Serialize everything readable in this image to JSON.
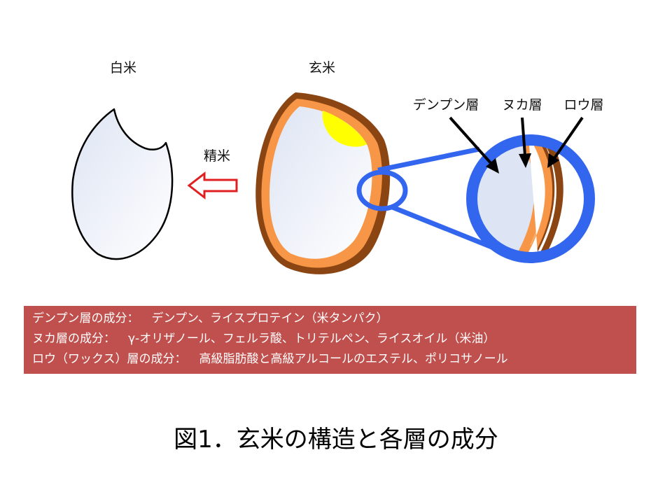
{
  "labels": {
    "white_rice": "白米",
    "brown_rice": "玄米",
    "polishing": "精米",
    "starch_layer": "デンプン層",
    "bran_layer": "ヌカ層",
    "wax_layer": "ロウ層"
  },
  "components": [
    {
      "layer": "デンプン層の成分：",
      "items": "デンプン、ライスプロテイン（米タンパク）"
    },
    {
      "layer": "ヌカ層の成分：",
      "items": "γ-オリザノール、フェルラ酸、トリテルペン、ライスオイル（米油）"
    },
    {
      "layer": "ロウ（ワックス）層の成分：",
      "items": "高級脂肪酸と高級アルコールのエステル、ポリコサノール"
    }
  ],
  "caption": "図1．玄米の構造と各層の成分",
  "colors": {
    "outer_brown": "#8b4513",
    "bran_orange": "#f79646",
    "germ_yellow": "#ffff00",
    "magnifier_blue": "#3366ee",
    "arrow_red": "#e02020",
    "box_red": "#c0504d"
  }
}
